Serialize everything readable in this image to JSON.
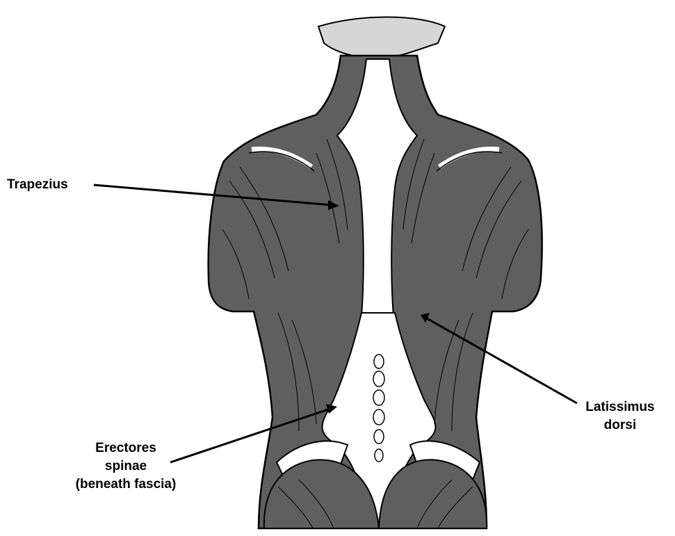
{
  "labels": {
    "trapezius": "Trapezius",
    "latissimus_line1": "Latissimus",
    "latissimus_line2": "dorsi",
    "erectores_line1": "Erectores",
    "erectores_line2": "spinae",
    "erectores_line3": "(beneath fascia)"
  },
  "colors": {
    "muscle": "#5f5f5f",
    "fascia": "#ffffff",
    "outline": "#000000",
    "collar": "#d6d6d6",
    "background": "#ffffff"
  }
}
